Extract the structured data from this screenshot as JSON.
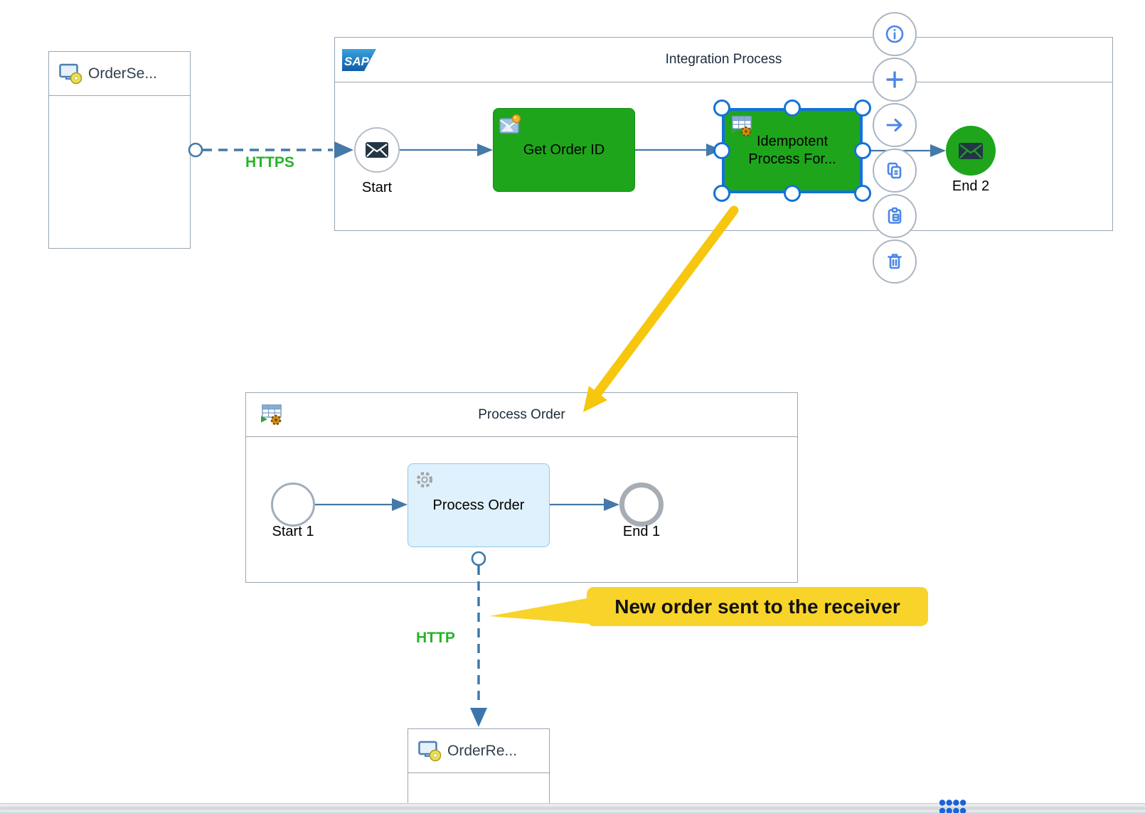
{
  "app_title": "SAP Cloud Integration flow editor",
  "colors": {
    "task_green": "#1fa51c",
    "task_blue_fill": "#dff1fc",
    "task_blue_border": "#8ecaec",
    "flow_blue": "#4579a8",
    "selection_blue": "#1472d8",
    "protocol_green": "#27b427",
    "callout_yellow": "#f8d32a",
    "arrow_yellow": "#f6c70e",
    "toolbar_icon_blue": "#4a86e8",
    "pool_border": "#9aa6b2",
    "title_navy": "#1c2b3c",
    "dots_blue": "#1b63d8"
  },
  "sender": {
    "label": "OrderSe...",
    "icon": "system-sender-icon"
  },
  "receiver": {
    "label": "OrderRe...",
    "icon": "system-receiver-icon"
  },
  "integration_process": {
    "title": "Integration Process",
    "logo_text": "SAP",
    "inbound_connection": {
      "label": "HTTPS",
      "protocol": "HTTPS",
      "style": "dashed-message-flow"
    },
    "start": {
      "label": "Start",
      "icon": "message-start-icon"
    },
    "task_get_order_id": {
      "label": "Get Order ID",
      "icon": "content-enricher-icon"
    },
    "task_idempotent": {
      "label": "Idempotent Process For...",
      "icon": "process-call-icon",
      "selected": true
    },
    "end": {
      "label": "End 2",
      "icon": "message-end-icon"
    }
  },
  "process_order": {
    "title": "Process Order",
    "header_icon": "process-call-icon",
    "start": {
      "label": "Start 1"
    },
    "task": {
      "label": "Process Order",
      "icon": "gear-icon"
    },
    "end": {
      "label": "End 1"
    },
    "outbound_connection": {
      "label": "HTTP",
      "protocol": "HTTP",
      "style": "dashed-message-flow"
    }
  },
  "callout": {
    "text": "New order sent to the receiver"
  },
  "toolbar": {
    "buttons": [
      {
        "name": "info",
        "icon": "info-icon"
      },
      {
        "name": "add",
        "icon": "plus-icon"
      },
      {
        "name": "connect",
        "icon": "arrow-right-icon"
      },
      {
        "name": "copy",
        "icon": "copy-icon"
      },
      {
        "name": "paste",
        "icon": "paste-icon"
      },
      {
        "name": "delete",
        "icon": "trash-icon"
      }
    ]
  }
}
